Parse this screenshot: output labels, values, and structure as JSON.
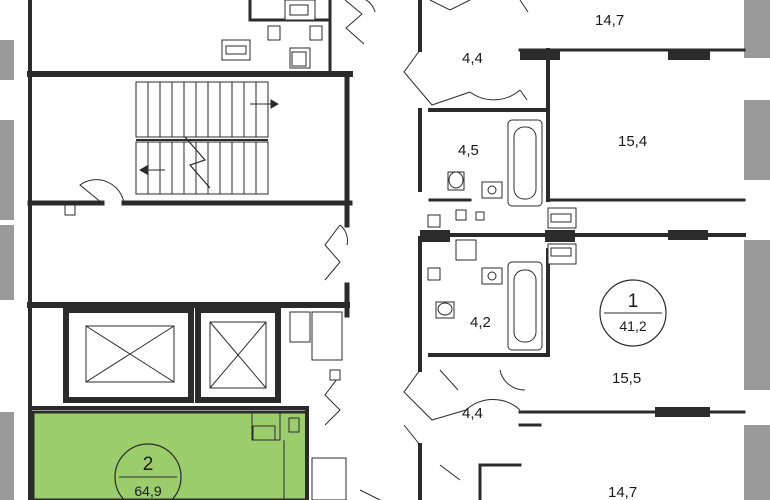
{
  "colors": {
    "wall": "#2b2b2b",
    "window": "#9a9a9a",
    "highlight": "#9ccd6d",
    "background": "#ffffff",
    "fixture": "#555555"
  },
  "units": [
    {
      "number": "1",
      "total_area": "41,2"
    },
    {
      "number": "2",
      "total_area": "64,9"
    }
  ],
  "room_areas": {
    "top_right_room": "14,7",
    "hall_upper": "4,4",
    "bath_upper": "4,5",
    "bedroom_upper": "15,4",
    "bath_lower": "4,2",
    "bedroom_lower": "15,5",
    "hall_lower": "4,4",
    "bottom_right_room": "14,7"
  },
  "icons": [
    "stair-arrow-icon",
    "elevator-shaft-icon",
    "sink-icon",
    "toilet-icon",
    "bathtub-icon"
  ]
}
